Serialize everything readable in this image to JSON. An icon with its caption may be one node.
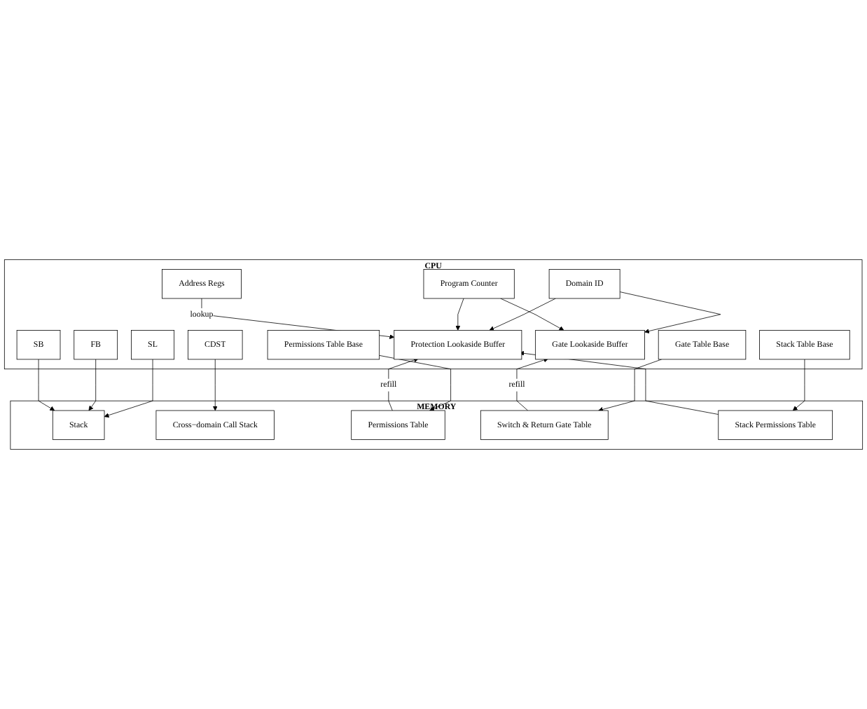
{
  "diagram": {
    "nodes": [
      {
        "text": [
          "CPU"
        ]
      },
      {
        "text": [
          "Address Regs"
        ],
        "in": 0
      },
      {
        "text": [
          "Program Counter"
        ],
        "in": 0
      },
      {
        "text": [
          "Protection Lookaside Buffer"
        ],
        "in": 0
      },
      {
        "text": [
          "Gate Lookaside Buffer"
        ],
        "in": 0
      },
      {
        "text": [
          "Domain ID"
        ],
        "in": 0
      },
      {
        "text": [
          "Permissions Table Base"
        ],
        "in": 0
      },
      {
        "text": [
          "CDST"
        ],
        "in": 0
      },
      {
        "text": [
          "Stack Table Base"
        ],
        "in": 0
      },
      {
        "text": [
          "Gate Table Base"
        ],
        "in": 0
      },
      {
        "text": [
          "SB"
        ],
        "in": 0
      },
      {
        "text": [
          "FB"
        ],
        "in": 0
      },
      {
        "text": [
          "SL"
        ],
        "in": 0
      },
      {
        "text": [
          "MEMORY"
        ]
      },
      {
        "text": [
          "Stack"
        ],
        "in": 13
      },
      {
        "text": [
          "Cross−domain Call Stack"
        ],
        "in": 13
      },
      {
        "text": [
          "Permissions Table"
        ],
        "in": 13
      },
      {
        "text": [
          "Switch & Return Gate Table"
        ],
        "in": 13
      },
      {
        "text": [
          "Stack Permissions Table"
        ],
        "in": 13
      }
    ],
    "edges": [
      {
        "from": 1,
        "to": 3,
        "arrow": "to",
        "label": "lookup"
      },
      {
        "from": 2,
        "to": 3,
        "arrow": "to"
      },
      {
        "from": 2,
        "to": 4,
        "arrow": "to"
      },
      {
        "from": 5,
        "to": 4,
        "arrow": "to"
      },
      {
        "from": 5,
        "to": 3,
        "arrow": "to"
      },
      {
        "from": 17,
        "to": 4,
        "arrow": "to",
        "label": "refill"
      },
      {
        "from": 16,
        "to": 3,
        "arrow": "to",
        "label": "refill"
      },
      {
        "from": 18,
        "to": 3,
        "arrow": "to"
      },
      {
        "from": 9,
        "to": 17,
        "arrow": "to"
      },
      {
        "from": 7,
        "to": 15,
        "arrow": "to"
      },
      {
        "from": 6,
        "to": 16,
        "arrow": "to"
      },
      {
        "from": 8,
        "to": 18,
        "arrow": "to"
      },
      {
        "from": 10,
        "to": 14,
        "arrow": "to"
      },
      {
        "from": 11,
        "to": 14,
        "arrow": "to"
      },
      {
        "from": 12,
        "to": 14,
        "arrow": "to"
      }
    ]
  }
}
